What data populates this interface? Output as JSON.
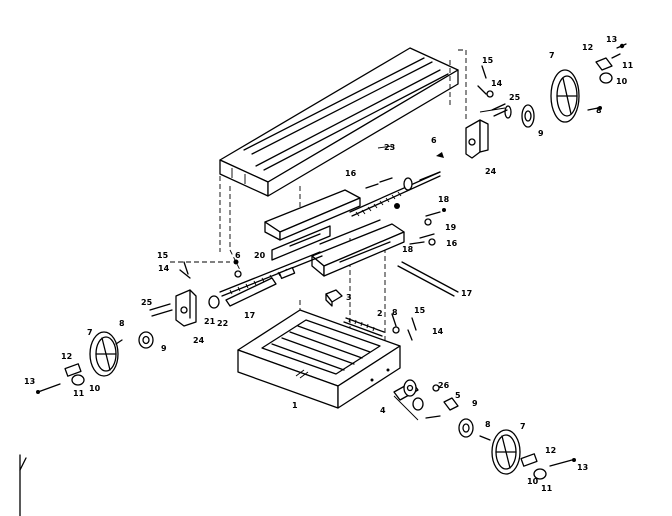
{
  "labels": {
    "p23": "23",
    "p15a": "15",
    "p14a": "14",
    "p25a": "25",
    "p7a": "7",
    "p13a": "13",
    "p12a": "12",
    "p11a": "11",
    "p10a": "10",
    "p9a": "9",
    "p8a": "8",
    "p6a": "6",
    "p24a": "24",
    "p16": "16",
    "p18a": "18",
    "p19": "19",
    "p18b": "18",
    "p16b": "16",
    "p17a": "17",
    "p15b": "15",
    "p14b": "14",
    "p6b": "6",
    "p20": "20",
    "p25b": "25",
    "p21": "21",
    "p22": "22",
    "p17b": "17",
    "p24b": "24",
    "p3": "3",
    "p2": "2",
    "p8b": "8",
    "p15c": "15",
    "p14c": "14",
    "p7b": "7",
    "p8c": "8",
    "p9b": "9",
    "p12b": "12",
    "p10b": "10",
    "p11b": "11",
    "p13b": "13",
    "p1": "1",
    "p4": "4",
    "p26": "26",
    "p5": "5",
    "p9c": "9",
    "p8d": "8",
    "p7c": "7",
    "p12c": "12",
    "p13c": "13",
    "p10c": "10",
    "p11c": "11"
  }
}
